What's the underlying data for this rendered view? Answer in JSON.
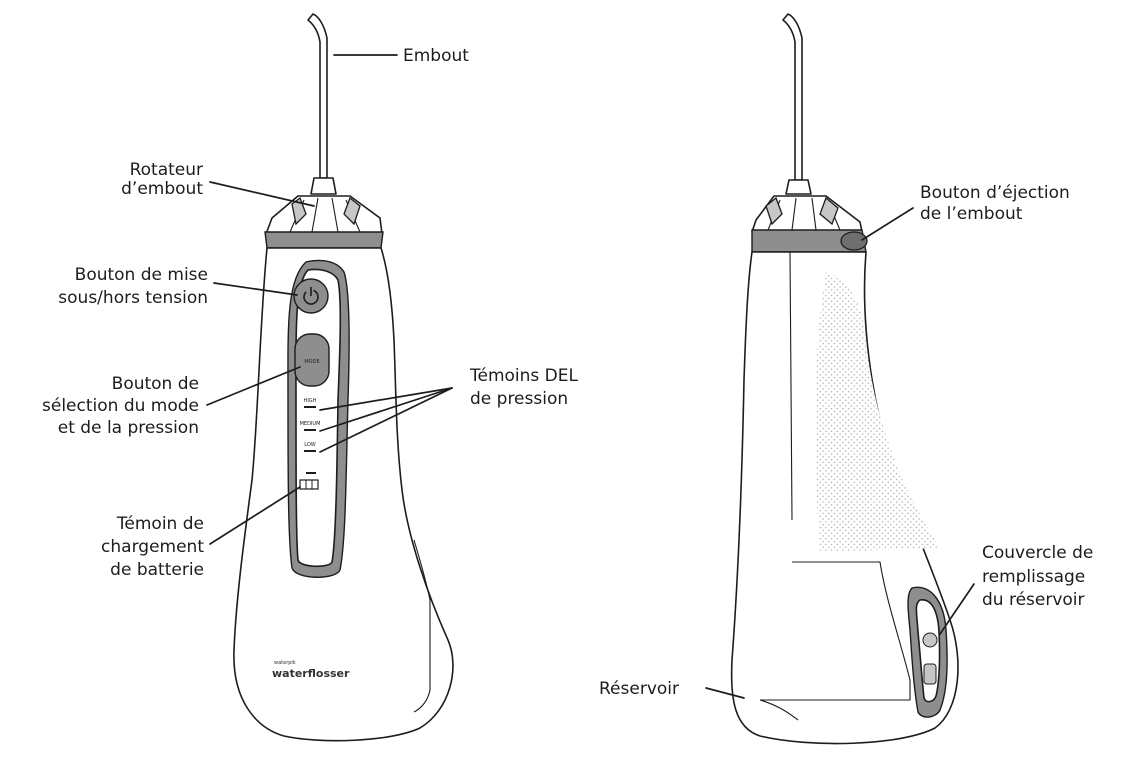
{
  "labels": {
    "tip": "Embout",
    "tip_rotator": [
      "Rotateur",
      "d’embout"
    ],
    "power_button": [
      "Bouton de mise",
      "sous/hors tension"
    ],
    "mode_button": [
      "Bouton de",
      "sélection du mode",
      "et de la pression"
    ],
    "pressure_leds": [
      "Témoins DEL",
      "de pression"
    ],
    "battery_indicator": [
      "Témoin de",
      "chargement",
      "de batterie"
    ],
    "tip_eject_button": [
      "Bouton d’éjection",
      "de l’embout"
    ],
    "reservoir_lid": [
      "Couvercle de",
      "remplissage",
      "du réservoir"
    ],
    "reservoir": "Réservoir"
  },
  "device": {
    "mode_key": "MODE",
    "levels": [
      "HIGH",
      "MEDIUM",
      "LOW"
    ],
    "brand_small": "waterpik",
    "brand_large": "waterflosser"
  },
  "colors": {
    "line": "#1d1d1d",
    "panel_gray": "#8e8e8e",
    "light_gray": "#c7c7c7"
  }
}
